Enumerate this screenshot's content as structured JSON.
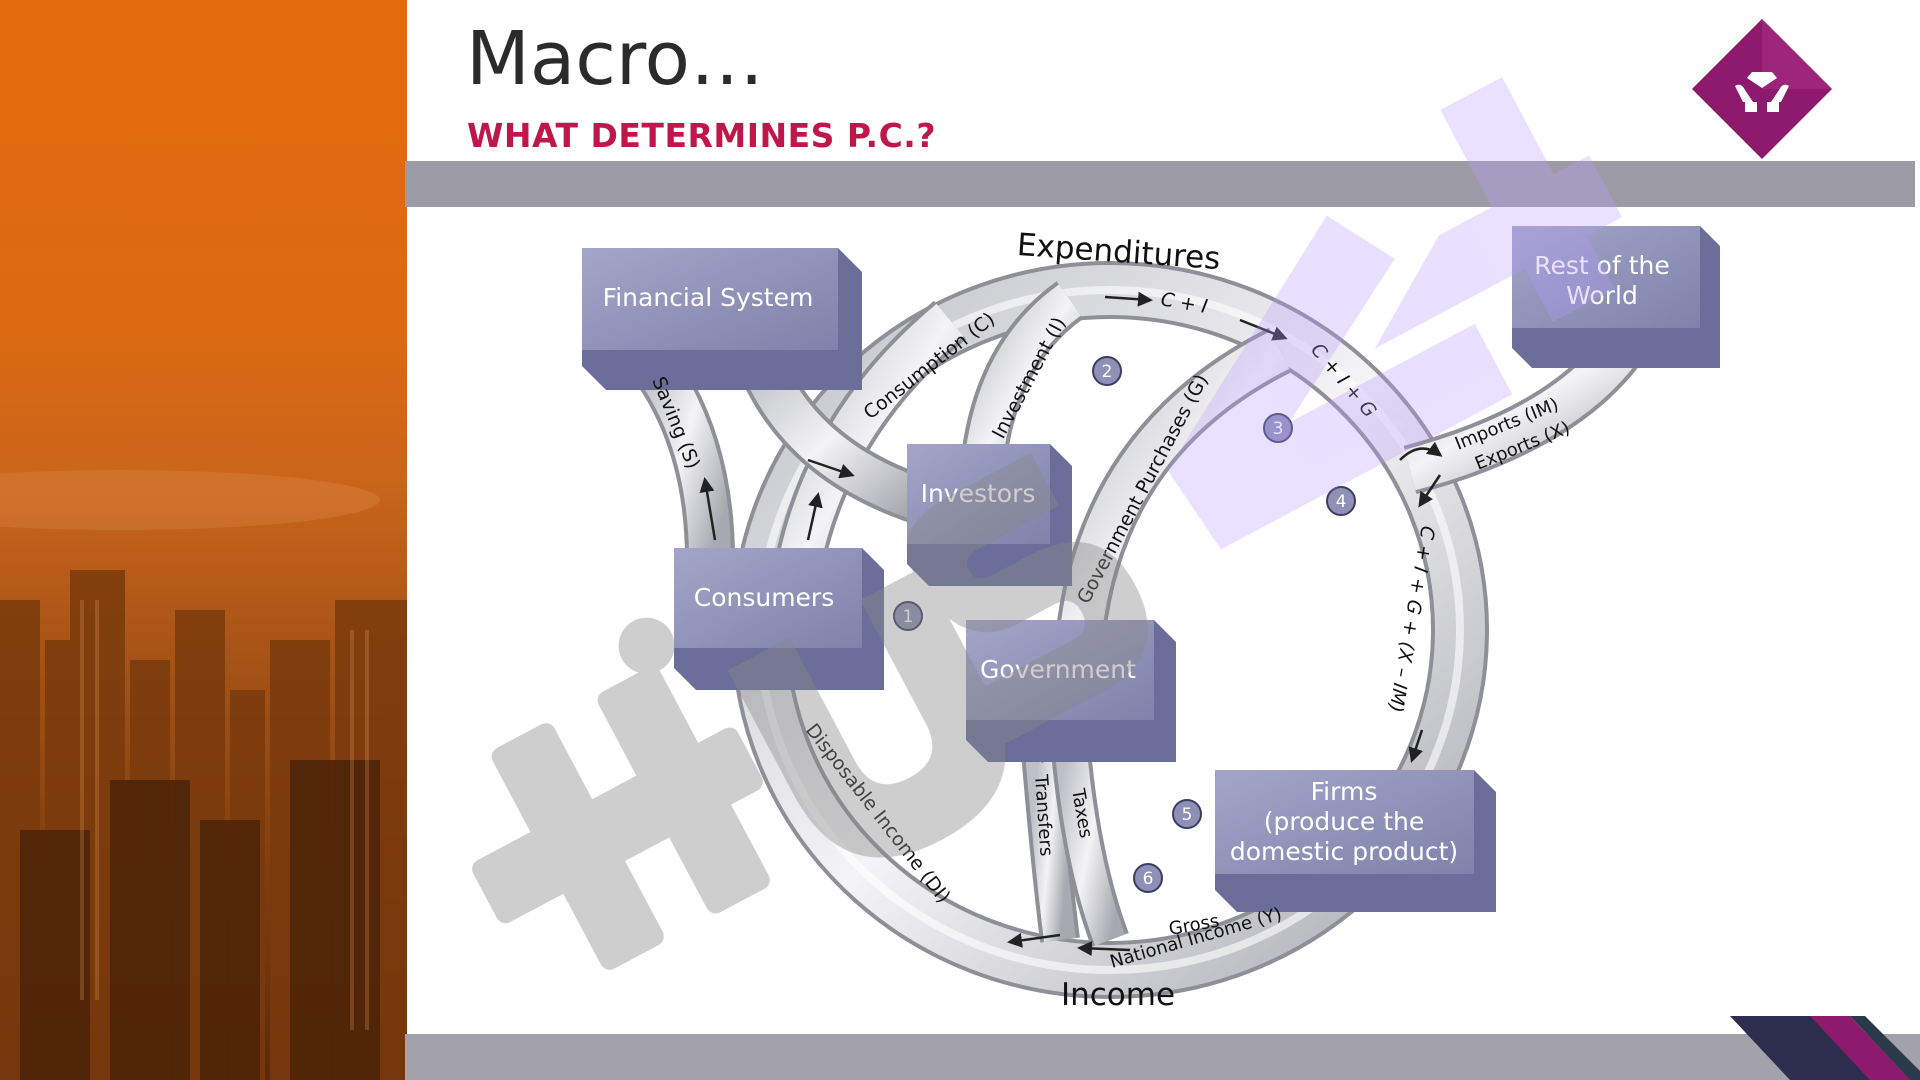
{
  "slide": {
    "title": "Macro…",
    "subtitle": "WHAT DETERMINES P.C.?"
  },
  "diagram": {
    "boxes": {
      "financial_system": "Financial System",
      "rest_of_world_1": "Rest of the",
      "rest_of_world_2": "World",
      "investors": "Investors",
      "consumers": "Consumers",
      "government": "Government",
      "firms_1": "Firms",
      "firms_2": "(produce the",
      "firms_3": "domestic product)"
    },
    "labels": {
      "expenditures": "Expenditures",
      "income": "Income",
      "consumption": "Consumption (C)",
      "investment": "Investment (I)",
      "c_plus_i": "C + I",
      "c_i_g": "C + I + G",
      "gov_purchases": "Government Purchases (G)",
      "saving": "Saving (S)",
      "imports": "Imports (IM)",
      "exports": "Exports (X)",
      "total": "C + I + G + (X – IM)",
      "disposable_income": "Disposable Income (DI)",
      "transfers": "Transfers",
      "taxes": "Taxes",
      "gross": "Gross",
      "national_income": "National Income (Y)"
    },
    "markers": [
      "1",
      "2",
      "3",
      "4",
      "5",
      "6"
    ]
  },
  "colors": {
    "accent": "#c0174a",
    "band": "#9d9ca6",
    "box": "#8e90b5",
    "logo": "#8e1a6e"
  }
}
